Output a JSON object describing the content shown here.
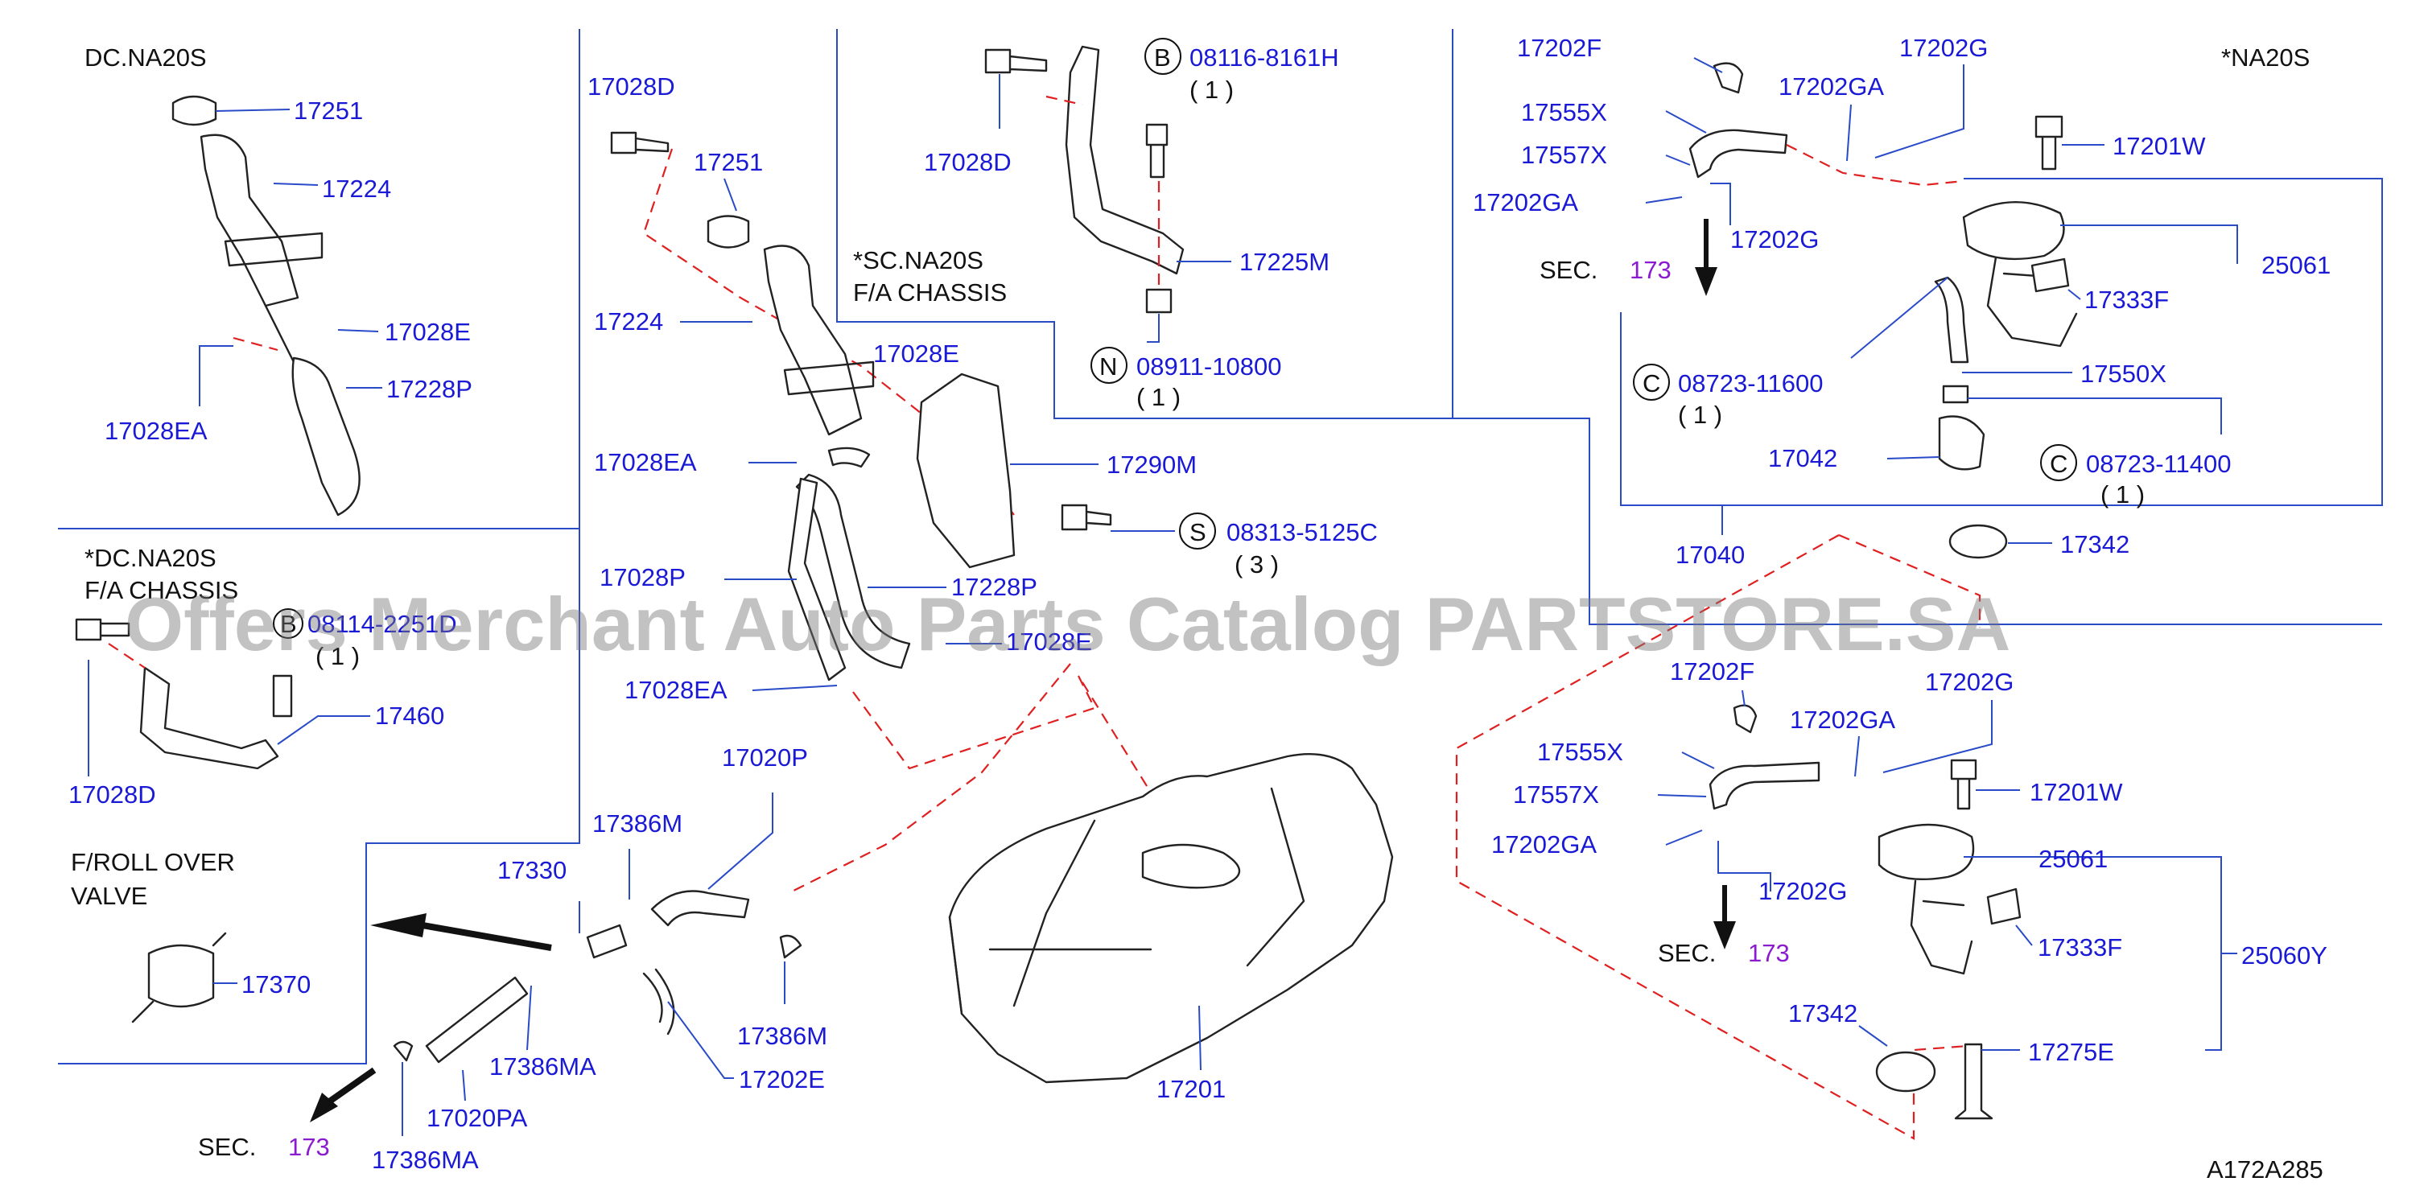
{
  "labels": {
    "dc_na20s": "DC.NA20S",
    "dcna20s_chassis_1": "*DC.NA20S",
    "dcna20s_chassis_2": "F/A CHASSIS",
    "frollover_1": "F/ROLL OVER",
    "frollover_2": "VALVE",
    "scna20s_1": "*SC.NA20S",
    "scna20s_2": "F/A CHASSIS",
    "na20s": "*NA20S",
    "sec_prefix": "SEC.",
    "sec_num": "173",
    "diagram_code": "A172A285"
  },
  "watermark": "Offers Merchant Auto Parts Catalog PARTSTORE.SA",
  "part_numbers": {
    "p17251_a": "17251",
    "p17224_a": "17224",
    "p17028E_a": "17028E",
    "p17228P_a": "17228P",
    "p17028EA_a": "17028EA",
    "p08114_b": "08114-2251D",
    "p08114_qty": "( 1 )",
    "p17028D_b": "17028D",
    "p17460": "17460",
    "p17370": "17370",
    "p17028D_c": "17028D",
    "p17251_c": "17251",
    "p17224_c": "17224",
    "p17028EA_c": "17028EA",
    "p17028P": "17028P",
    "p17028EA_c2": "17028EA",
    "p17020P": "17020P",
    "p17386M_a": "17386M",
    "p17330": "17330",
    "p17028E_c": "17028E",
    "p17290M": "17290M",
    "p17228P_c": "17228P",
    "p17028E_c2": "17028E",
    "p08313": "08313-5125C",
    "p08313_qty": "( 3 )",
    "p17386M_b": "17386M",
    "p17202E": "17202E",
    "p17386MA_a": "17386MA",
    "p17020PA": "17020PA",
    "p17386MA_b": "17386MA",
    "p17201": "17201",
    "p17028D_d": "17028D",
    "p08116": "08116-8161H",
    "p08116_qty": "( 1 )",
    "p17225M": "17225M",
    "p08911": "08911-10800",
    "p08911_qty": "( 1 )",
    "p17202F_e": "17202F",
    "p17202G_e": "17202G",
    "p17202GA_e": "17202GA",
    "p17555X_e": "17555X",
    "p17557X_e": "17557X",
    "p17202GA_e2": "17202GA",
    "p17202G_e2": "17202G",
    "p17201W_e": "17201W",
    "p25061_e": "25061",
    "p17333F_e": "17333F",
    "p17550X": "17550X",
    "p08723_11600": "08723-11600",
    "p08723_11600_qty": "( 1 )",
    "p17042": "17042",
    "p08723_11400": "08723-11400",
    "p08723_11400_qty": "( 1 )",
    "p17040": "17040",
    "p17342_e": "17342",
    "p17202F_f": "17202F",
    "p17202G_f": "17202G",
    "p17202GA_f": "17202GA",
    "p17555X_f": "17555X",
    "p17557X_f": "17557X",
    "p17201W_f": "17201W",
    "p17202GA_f2": "17202GA",
    "p25061_f": "25061",
    "p17202G_f2": "17202G",
    "p17333F_f": "17333F",
    "p25060Y": "25060Y",
    "p17342_f": "17342",
    "p17275E": "17275E"
  },
  "markers": {
    "B": "B",
    "N": "N",
    "S": "S",
    "C1": "C",
    "C2": "C"
  },
  "colors": {
    "part_number": "#1a1ad6",
    "leader": "#2a4bc8",
    "phantom_line": "#e02020",
    "section_ref": "#8a1bd0"
  }
}
